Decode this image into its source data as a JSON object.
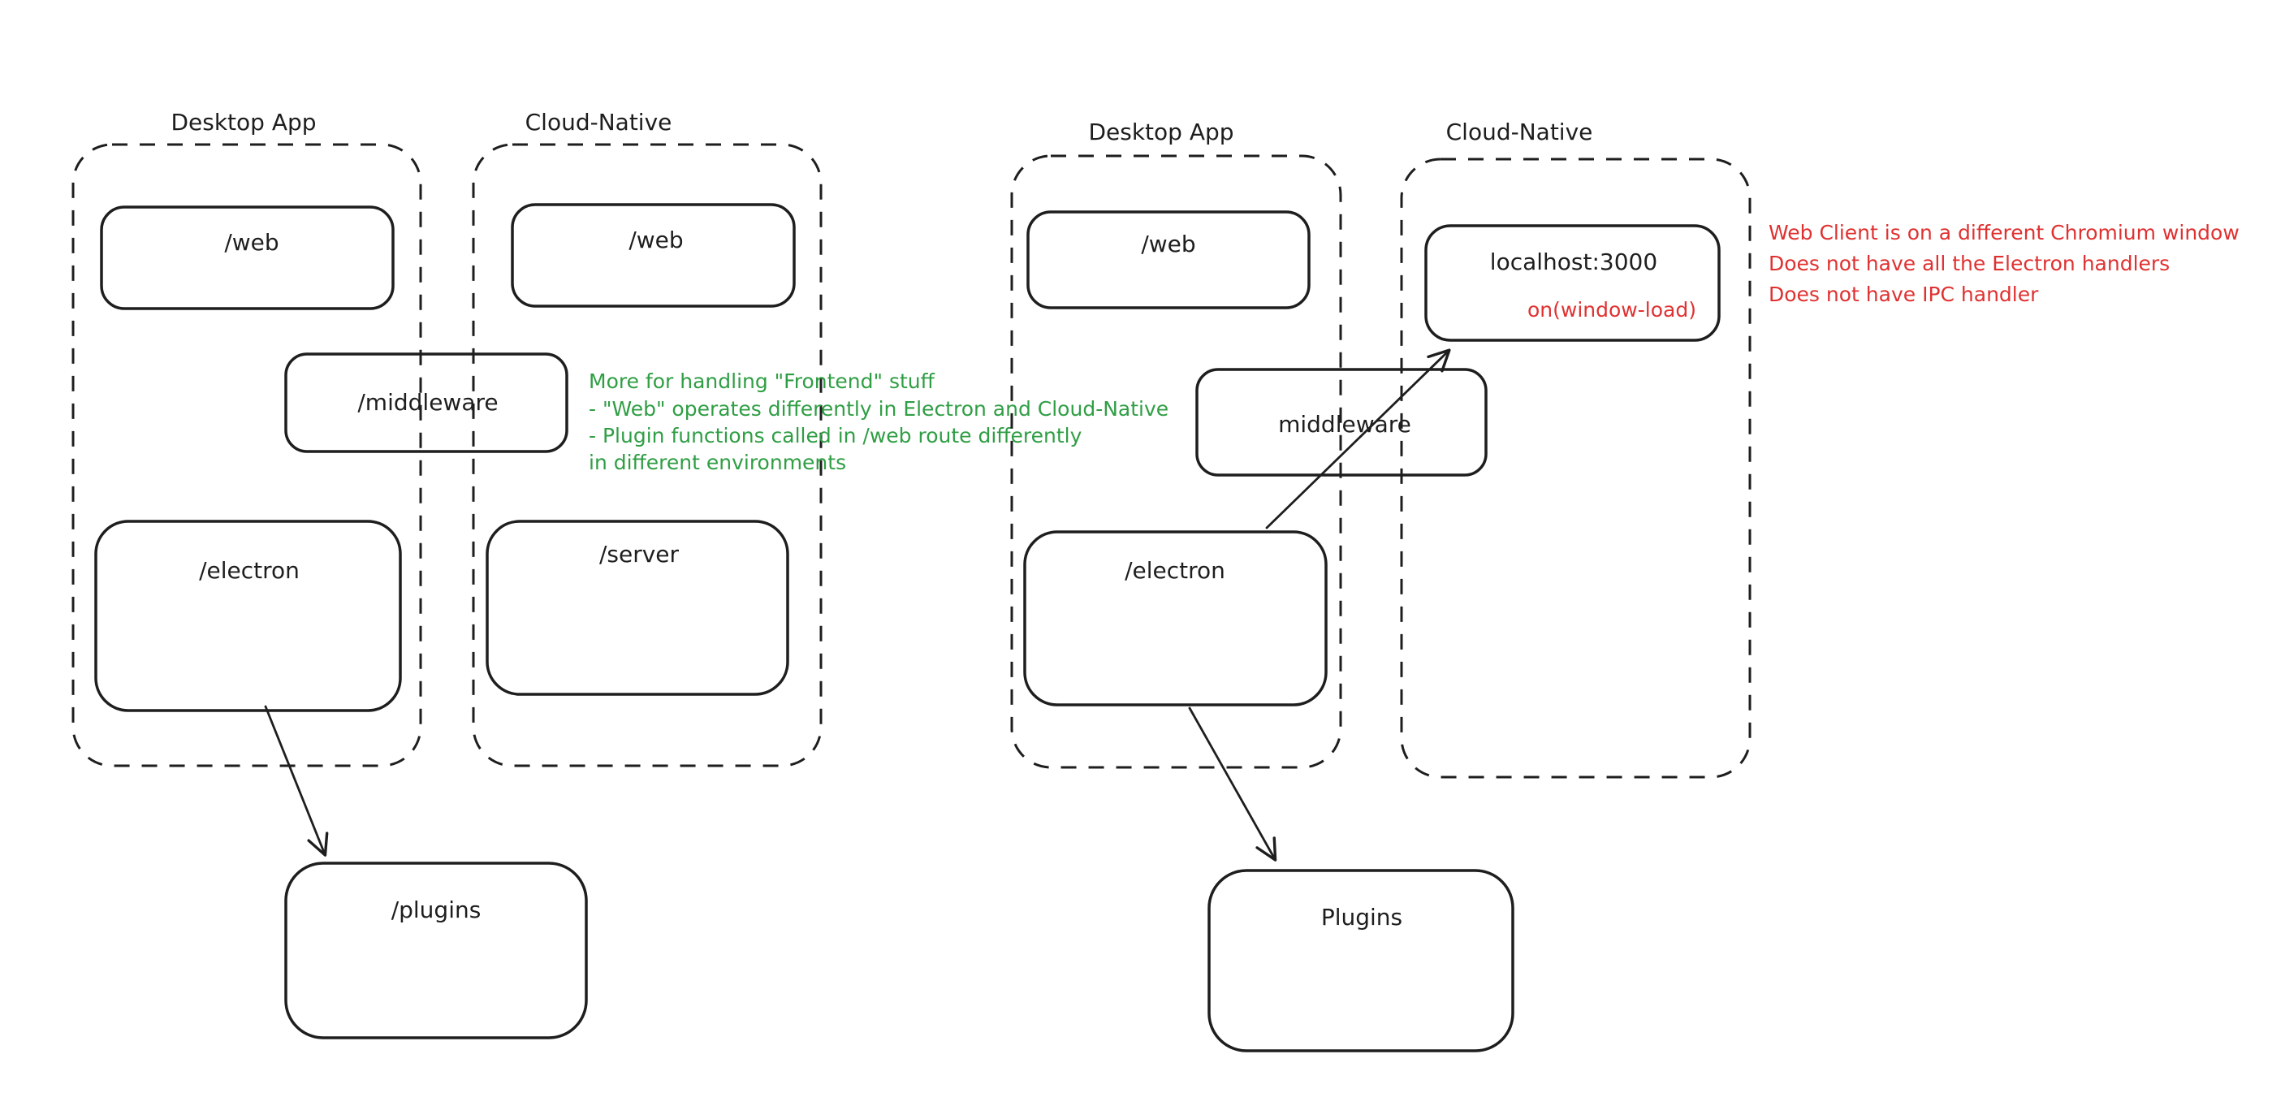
{
  "colors": {
    "ink": "#1e1e1e",
    "red": "#e03131",
    "green": "#2f9e44",
    "background": "#ffffff"
  },
  "left_diagram": {
    "desktop_label": "Desktop App",
    "cloud_label": "Cloud-Native",
    "web_desktop_label": "/web",
    "web_cloud_label": "/web",
    "middleware_label": "/middleware",
    "electron_label": "/electron",
    "server_label": "/server",
    "plugins_label": "/plugins",
    "note_lines": [
      "More for handling \"Frontend\" stuff",
      "- \"Web\" operates differently in Electron and Cloud-Native",
      "- Plugin functions called in /web route differently",
      "in different environments"
    ]
  },
  "right_diagram": {
    "desktop_label": "Desktop App",
    "cloud_label": "Cloud-Native",
    "web_label": "/web",
    "middleware_label": "middleware",
    "electron_label": "/electron",
    "localhost_label": "localhost:3000",
    "window_load_label": "on(window-load)",
    "plugins_label": "Plugins",
    "note_lines": [
      "Web Client is on a different Chromium window",
      "Does not have all the Electron handlers",
      "Does not have IPC handler"
    ]
  }
}
